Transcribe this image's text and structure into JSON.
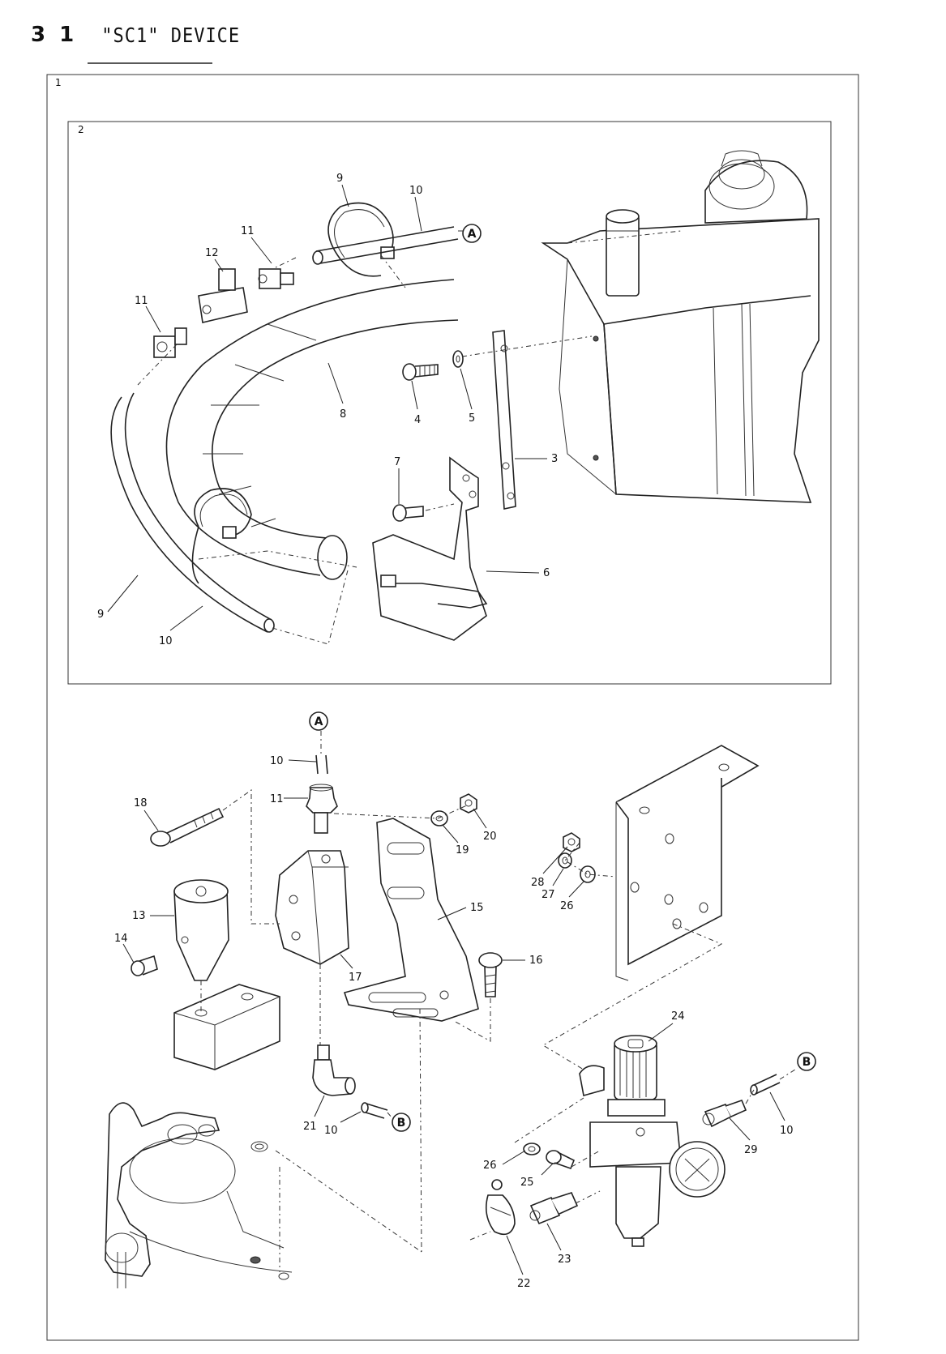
{
  "header": {
    "page_number": "3 1",
    "title": "\"SC1\" DEVICE"
  },
  "frames": {
    "outer_label": "1",
    "inner_label": "2"
  },
  "refs": {
    "a": "A",
    "b": "B"
  },
  "callouts": [
    {
      "id": "c9a",
      "text": "9"
    },
    {
      "id": "c10a",
      "text": "10"
    },
    {
      "id": "c11a",
      "text": "11"
    },
    {
      "id": "c12",
      "text": "12"
    },
    {
      "id": "c11b",
      "text": "11"
    },
    {
      "id": "c8",
      "text": "8"
    },
    {
      "id": "c4",
      "text": "4"
    },
    {
      "id": "c5",
      "text": "5"
    },
    {
      "id": "c3",
      "text": "3"
    },
    {
      "id": "c7",
      "text": "7"
    },
    {
      "id": "c6",
      "text": "6"
    },
    {
      "id": "c9b",
      "text": "9"
    },
    {
      "id": "c10b",
      "text": "10"
    },
    {
      "id": "c10c",
      "text": "10"
    },
    {
      "id": "c11c",
      "text": "11"
    },
    {
      "id": "c18",
      "text": "18"
    },
    {
      "id": "c20",
      "text": "20"
    },
    {
      "id": "c19",
      "text": "19"
    },
    {
      "id": "c28",
      "text": "28"
    },
    {
      "id": "c27",
      "text": "27"
    },
    {
      "id": "c26a",
      "text": "26"
    },
    {
      "id": "c15",
      "text": "15"
    },
    {
      "id": "c13",
      "text": "13"
    },
    {
      "id": "c14",
      "text": "14"
    },
    {
      "id": "c16",
      "text": "16"
    },
    {
      "id": "c17",
      "text": "17"
    },
    {
      "id": "c24",
      "text": "24"
    },
    {
      "id": "c21",
      "text": "21"
    },
    {
      "id": "c10d",
      "text": "10"
    },
    {
      "id": "c10e",
      "text": "10"
    },
    {
      "id": "c29",
      "text": "29"
    },
    {
      "id": "c26b",
      "text": "26"
    },
    {
      "id": "c25",
      "text": "25"
    },
    {
      "id": "c23",
      "text": "23"
    },
    {
      "id": "c22",
      "text": "22"
    }
  ]
}
